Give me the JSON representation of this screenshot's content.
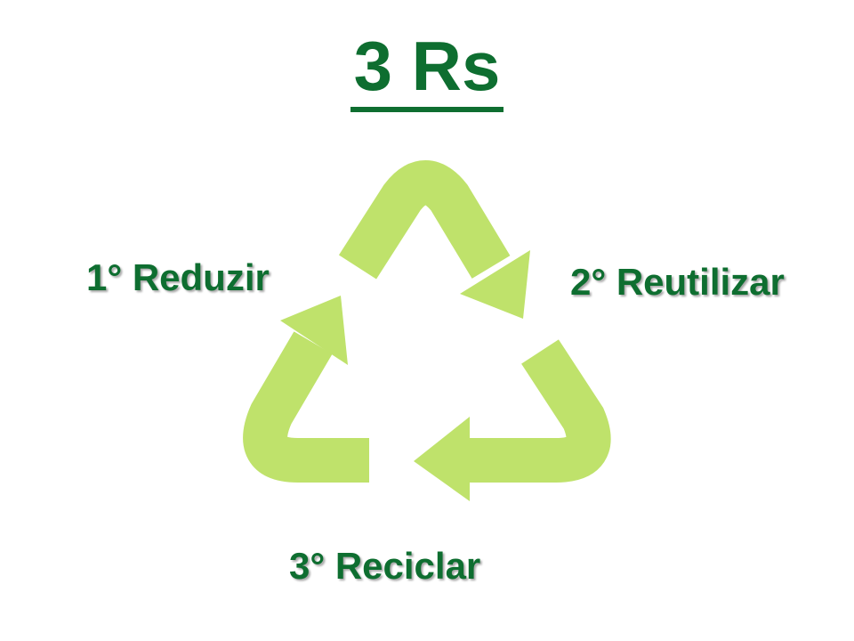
{
  "title": "3 Rs",
  "labels": {
    "reduce": "1° Reduzir",
    "reuse": "2° Reutilizar",
    "recycle": "3° Reciclar"
  },
  "colors": {
    "text": "#0e6e30",
    "arrows": "#bfe26b"
  }
}
